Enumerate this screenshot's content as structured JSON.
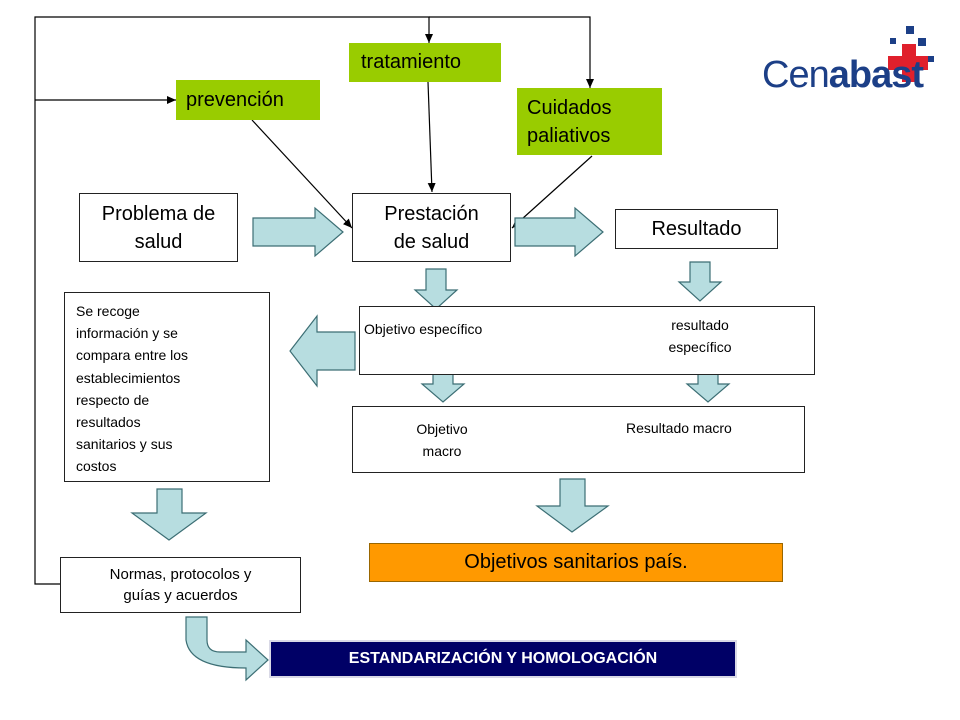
{
  "logo": {
    "part1": "Cen",
    "part2": "abast"
  },
  "inputs": {
    "prevencion": "prevención",
    "tratamiento": "tratamiento",
    "cuidados_line1": "Cuidados",
    "cuidados_line2": "paliativos"
  },
  "main": {
    "problema_line1": "Problema de",
    "problema_line2": "salud",
    "prestacion_line1": "Prestación",
    "prestacion_line2": "de salud",
    "resultado": "Resultado"
  },
  "specific": {
    "objetivo": "Objetivo específico",
    "resultado_line1": "resultado",
    "resultado_line2": "específico"
  },
  "macro": {
    "objetivo_line1": "Objetivo",
    "objetivo_line2": "macro",
    "resultado": "Resultado macro"
  },
  "comparison": {
    "lines": [
      "Se recoge",
      "información y se",
      "compara entre los",
      "establecimientos",
      "respecto de",
      "resultados",
      "sanitarios y sus",
      "costos"
    ]
  },
  "normas": {
    "line1": "Normas, protocolos y",
    "line2": "guías y acuerdos"
  },
  "objetivos_pais": "Objetivos sanitarios país.",
  "estandarizacion": "ESTANDARIZACIÓN Y HOMOLOGACIÓN",
  "colors": {
    "green": "#99cc00",
    "orange": "#ff9900",
    "navy": "#000066",
    "arrow_fill": "#b7dde0",
    "arrow_stroke": "#3c6e74",
    "logo_blue": "#1c3f87",
    "logo_red": "#e0202c"
  }
}
